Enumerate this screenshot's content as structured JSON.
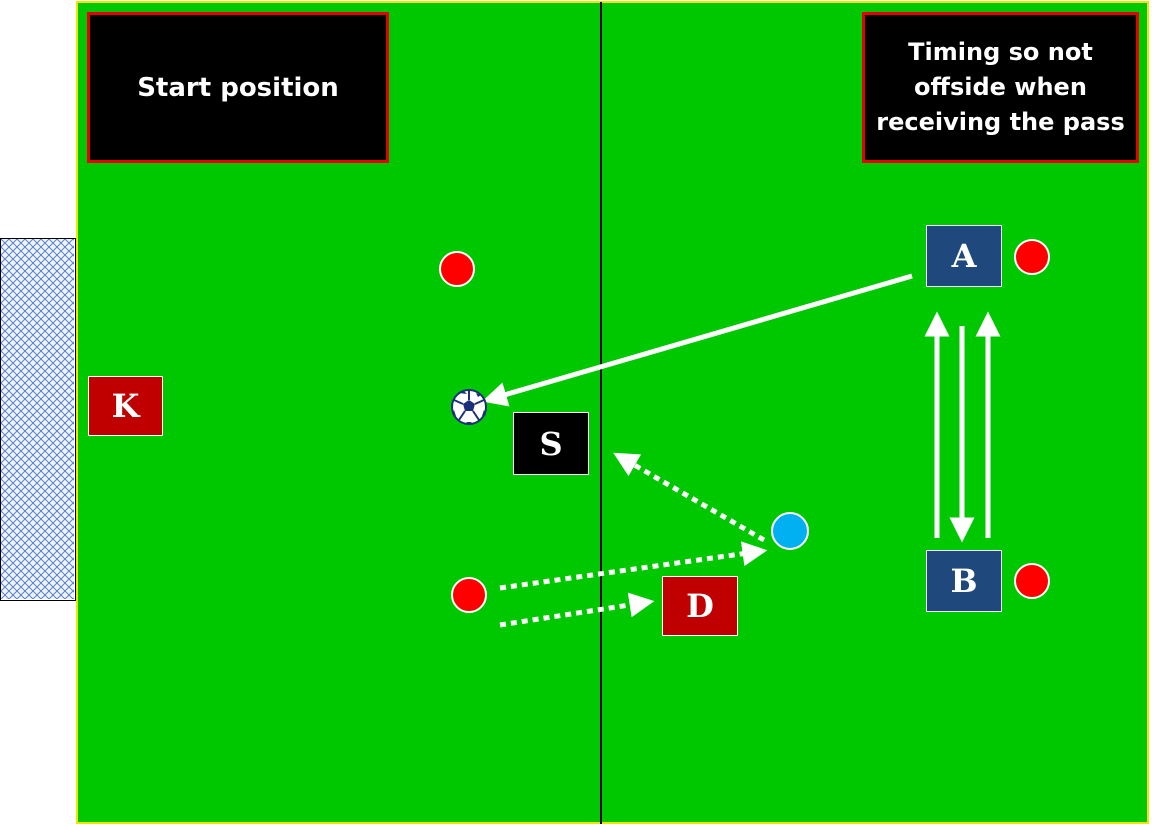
{
  "labels": {
    "start": "Start position",
    "timing": "Timing so not\noffside when\nreceiving the pass"
  },
  "players": {
    "k": "K",
    "s": "S",
    "d": "D",
    "a": "A",
    "b": "B"
  },
  "colors": {
    "pitch": "#00c800",
    "pitch_border": "#f2e400",
    "label_bg": "#000000",
    "label_border": "#e60000",
    "attacker": "#c00000",
    "striker": "#000000",
    "team": "#1f497d",
    "cone": "#ff0000",
    "marker": "#00b0f0",
    "arrow": "#ffffff"
  },
  "icons": {
    "ball": "soccer-ball-icon",
    "goal": "goal-net-icon"
  }
}
